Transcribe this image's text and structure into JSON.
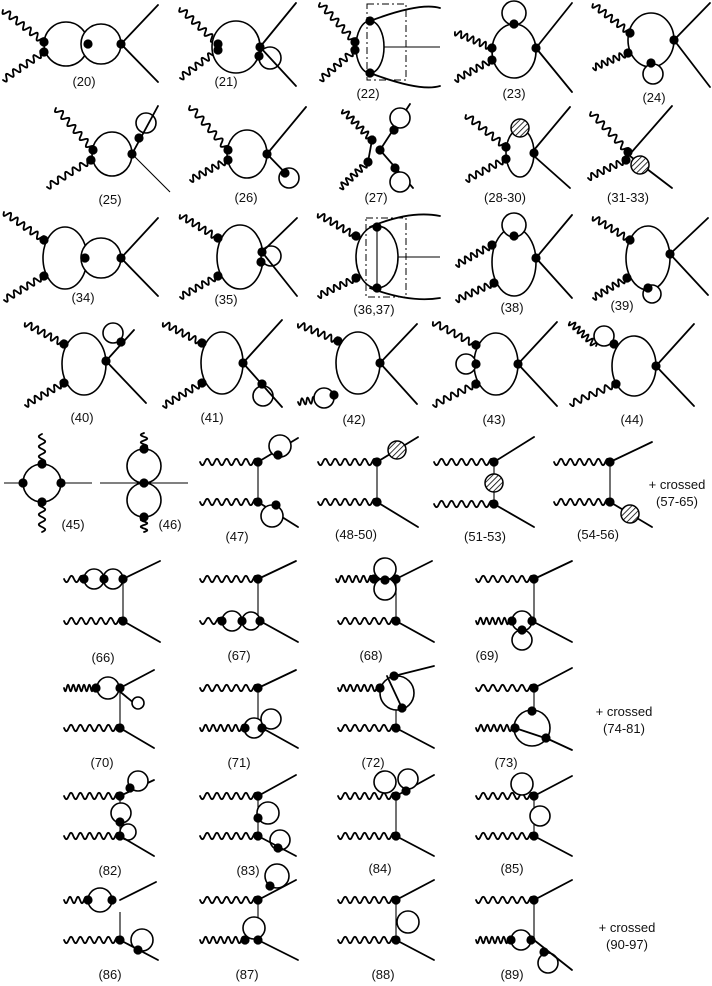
{
  "labels": {
    "d20": "(20)",
    "d21": "(21)",
    "d22": "(22)",
    "d23": "(23)",
    "d24": "(24)",
    "d25": "(25)",
    "d26": "(26)",
    "d27": "(27)",
    "d28": "(28-30)",
    "d31": "(31-33)",
    "d34": "(34)",
    "d35": "(35)",
    "d36": "(36,37)",
    "d38": "(38)",
    "d39": "(39)",
    "d40": "(40)",
    "d41": "(41)",
    "d42": "(42)",
    "d43": "(43)",
    "d44": "(44)",
    "d45": "(45)",
    "d46": "(46)",
    "d47": "(47)",
    "d48": "(48-50)",
    "d51": "(51-53)",
    "d54": "(54-56)",
    "d66": "(66)",
    "d67": "(67)",
    "d68": "(68)",
    "d69": "(69)",
    "d70": "(70)",
    "d71": "(71)",
    "d72": "(72)",
    "d73": "(73)",
    "d82": "(82)",
    "d83": "(83)",
    "d84": "(84)",
    "d85": "(85)",
    "d86": "(86)",
    "d87": "(87)",
    "d88": "(88)",
    "d89": "(89)"
  },
  "notes": {
    "crossed_label": "+ crossed",
    "crossed1_range": "(57-65)",
    "crossed2_range": "(74-81)",
    "crossed3_range": "(90-97)"
  }
}
